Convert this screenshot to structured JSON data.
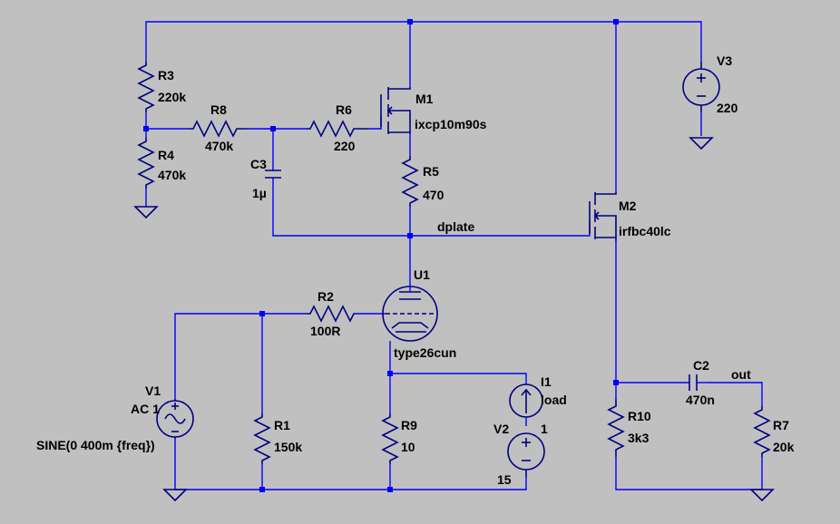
{
  "components": {
    "R3": {
      "name": "R3",
      "value": "220k"
    },
    "R4": {
      "name": "R4",
      "value": "470k"
    },
    "R8": {
      "name": "R8",
      "value": "470k"
    },
    "R6": {
      "name": "R6",
      "value": "220"
    },
    "R5": {
      "name": "R5",
      "value": "470"
    },
    "C3": {
      "name": "C3",
      "value": "1µ"
    },
    "M1": {
      "name": "M1",
      "value": "ixcp10m90s"
    },
    "M2": {
      "name": "M2",
      "value": "irfbc40lc"
    },
    "V3": {
      "name": "V3",
      "value": "220"
    },
    "U1": {
      "name": "U1",
      "value": "type26cun"
    },
    "R2": {
      "name": "R2",
      "value": "100R"
    },
    "V1": {
      "name": "V1",
      "value": "AC 1",
      "spice": "SINE(0 400m {freq})"
    },
    "R1": {
      "name": "R1",
      "value": "150k"
    },
    "R9": {
      "name": "R9",
      "value": "10"
    },
    "I1": {
      "name": "I1",
      "value": "load"
    },
    "V2": {
      "name": "V2",
      "value": "15"
    },
    "R10": {
      "name": "R10",
      "value": "3k3"
    },
    "C2": {
      "name": "C2",
      "value": "470n"
    },
    "R7": {
      "name": "R7",
      "value": "20k"
    }
  },
  "nets": {
    "dplate": "dplate",
    "out": "out"
  },
  "extra_labels": {
    "i1_extra": "1"
  },
  "colors": {
    "background": "#c0c0c0",
    "wire": "#0000ff",
    "component": "#000080",
    "text": "#000000"
  }
}
